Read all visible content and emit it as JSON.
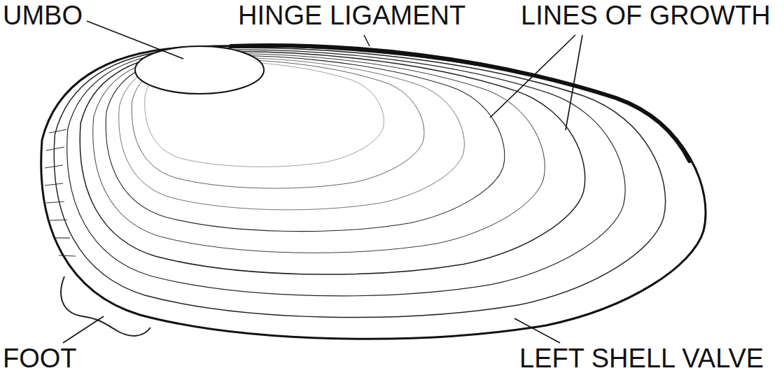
{
  "diagram": {
    "labels": [
      "UMBO",
      "HINGE LIGAMENT",
      "LINES OF GROWTH",
      "FOOT",
      "LEFT SHELL VALVE"
    ]
  }
}
